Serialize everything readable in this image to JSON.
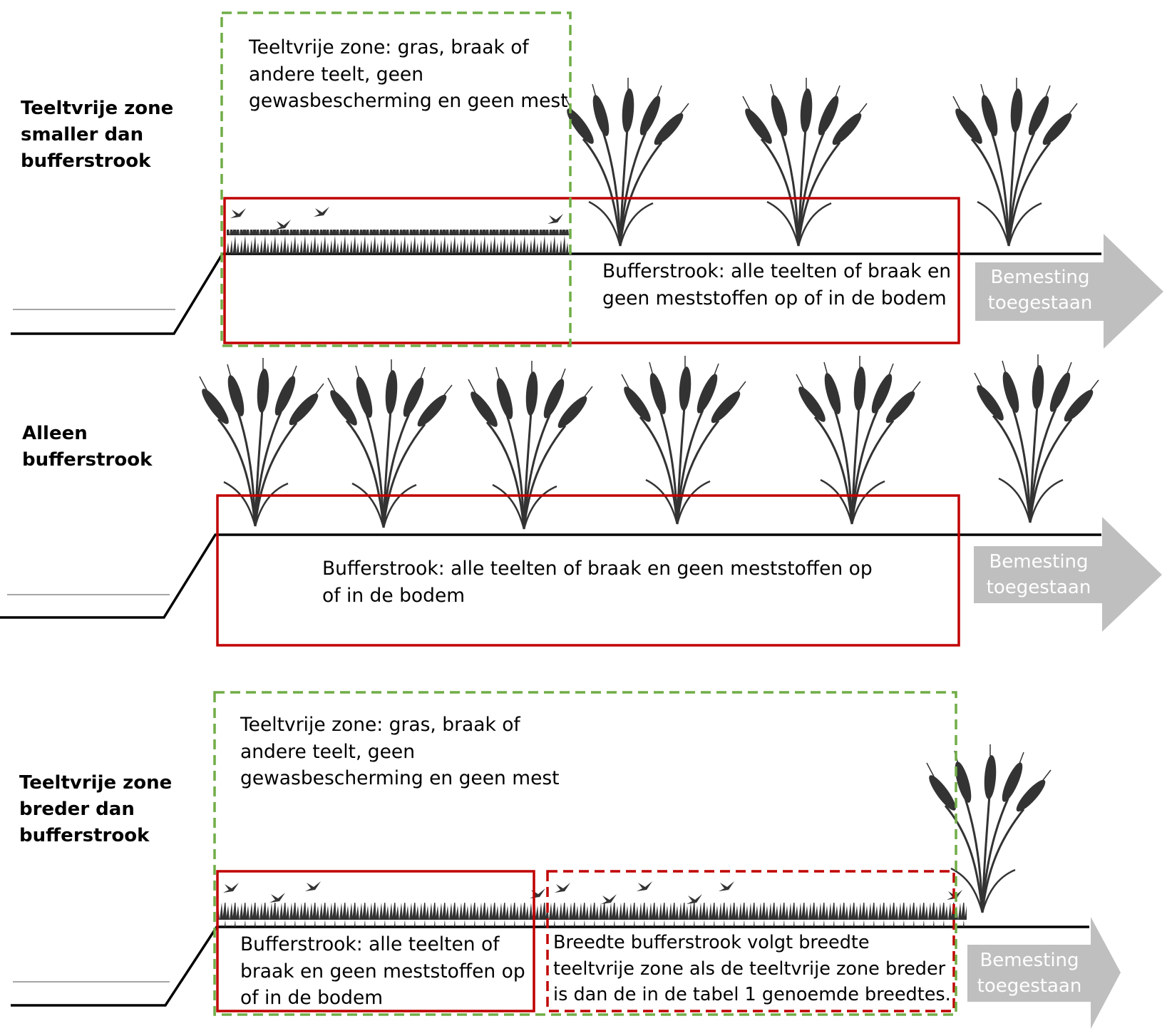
{
  "colors": {
    "buffer_border": "#c00000",
    "zone_border": "#70ad47",
    "arrow_fill": "#bfbfbf",
    "ground_line": "#000000",
    "vegetation": "#333333"
  },
  "icons": [
    "wheat-icon",
    "grass-icon",
    "bird-icon",
    "arrow-right-icon"
  ],
  "panels": [
    {
      "id": "smaller",
      "side_label": [
        "Teeltvrije zone",
        "smaller dan",
        "bufferstrook"
      ],
      "zone_text": [
        "Teeltvrije zone: gras, braak of",
        "andere teelt, geen",
        "gewasbescherming en geen mest"
      ],
      "buffer_text": [
        "Bufferstrook: alle teelten of braak en",
        "geen meststoffen op of in de bodem"
      ],
      "arrow_label": [
        "Bemesting",
        "toegestaan"
      ]
    },
    {
      "id": "only-buffer",
      "side_label": [
        "Alleen",
        "bufferstrook"
      ],
      "buffer_text": [
        "Bufferstrook: alle teelten of braak en geen meststoffen op",
        "of in de bodem"
      ],
      "arrow_label": [
        "Bemesting",
        "toegestaan"
      ]
    },
    {
      "id": "wider",
      "side_label": [
        "Teeltvrije zone",
        "breder dan",
        "bufferstrook"
      ],
      "zone_text": [
        "Teeltvrije zone: gras, braak of",
        "andere teelt, geen",
        "gewasbescherming en geen mest"
      ],
      "buffer_text": [
        "Bufferstrook: alle teelten of",
        "braak en geen meststoffen op",
        "of in de bodem"
      ],
      "extension_text": [
        "Breedte bufferstrook volgt breedte",
        "teeltvrije zone als de teeltvrije zone breder",
        "is dan de in de tabel 1 genoemde breedtes."
      ],
      "arrow_label": [
        "Bemesting",
        "toegestaan"
      ]
    }
  ]
}
